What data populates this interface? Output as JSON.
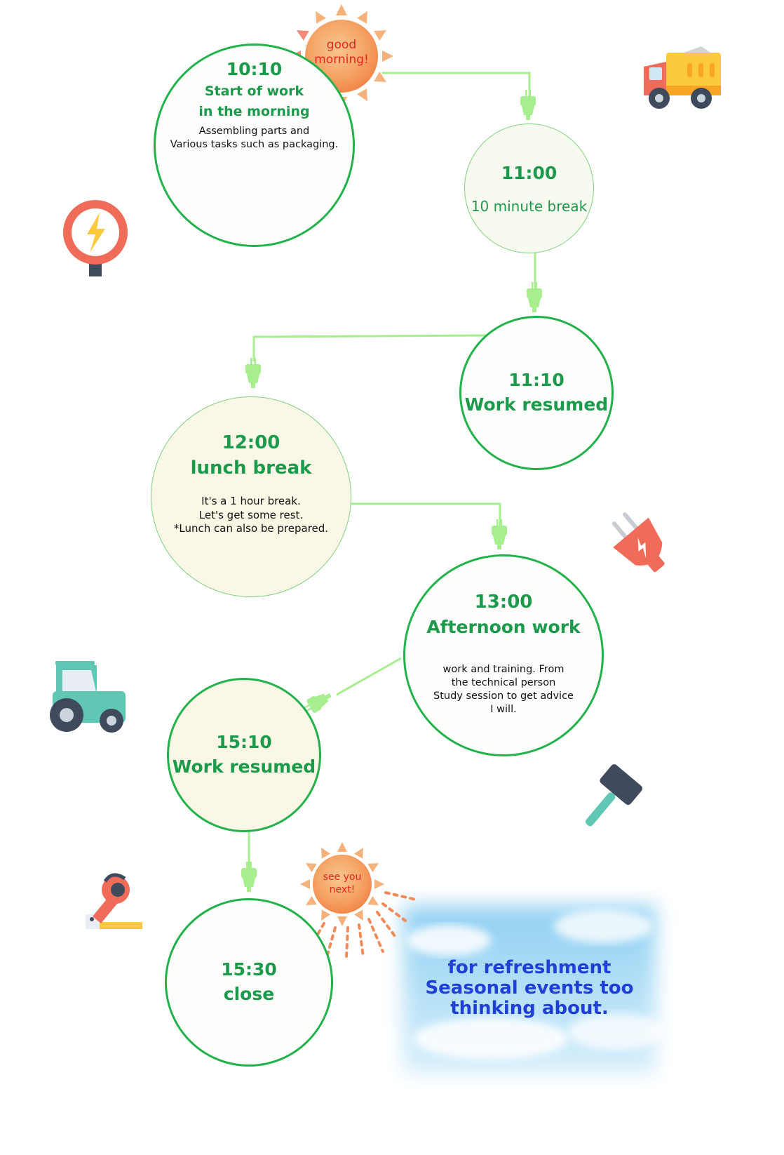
{
  "schedule": [
    {
      "time": "10:10",
      "title": "Start of work\nin the morning",
      "desc": "Assembling parts and\nVarious tasks such as packaging."
    },
    {
      "time": "11:00",
      "title": "10 minute break"
    },
    {
      "time": "11:10",
      "title": "Work resumed"
    },
    {
      "time": "12:00",
      "title": "lunch break",
      "desc": "It's a 1 hour break.\nLet's get some rest.\n*Lunch can also be prepared."
    },
    {
      "time": "13:00",
      "title": "Afternoon work",
      "desc": "work and training. From\nthe technical person\nStudy session to get advice\nI will."
    },
    {
      "time": "15:10",
      "title": "Work resumed"
    },
    {
      "time": "15:30",
      "title": "close"
    }
  ],
  "sun_morning": "good\nmorning!",
  "sun_evening": "see you\nnext!",
  "sky_message": "for refreshment\nSeasonal events too\nthinking about.",
  "colors": {
    "accent_green": "#1a9a4a",
    "line_green": "#a6ee8e",
    "sun_red": "#e8241e",
    "sky_text": "#1f3fd6"
  },
  "icons": [
    "dump-truck-icon",
    "lightning-sign-icon",
    "electric-plug-icon",
    "tractor-icon",
    "hammer-icon",
    "chainsaw-icon",
    "worker-packing-illustration",
    "sun-icon"
  ]
}
